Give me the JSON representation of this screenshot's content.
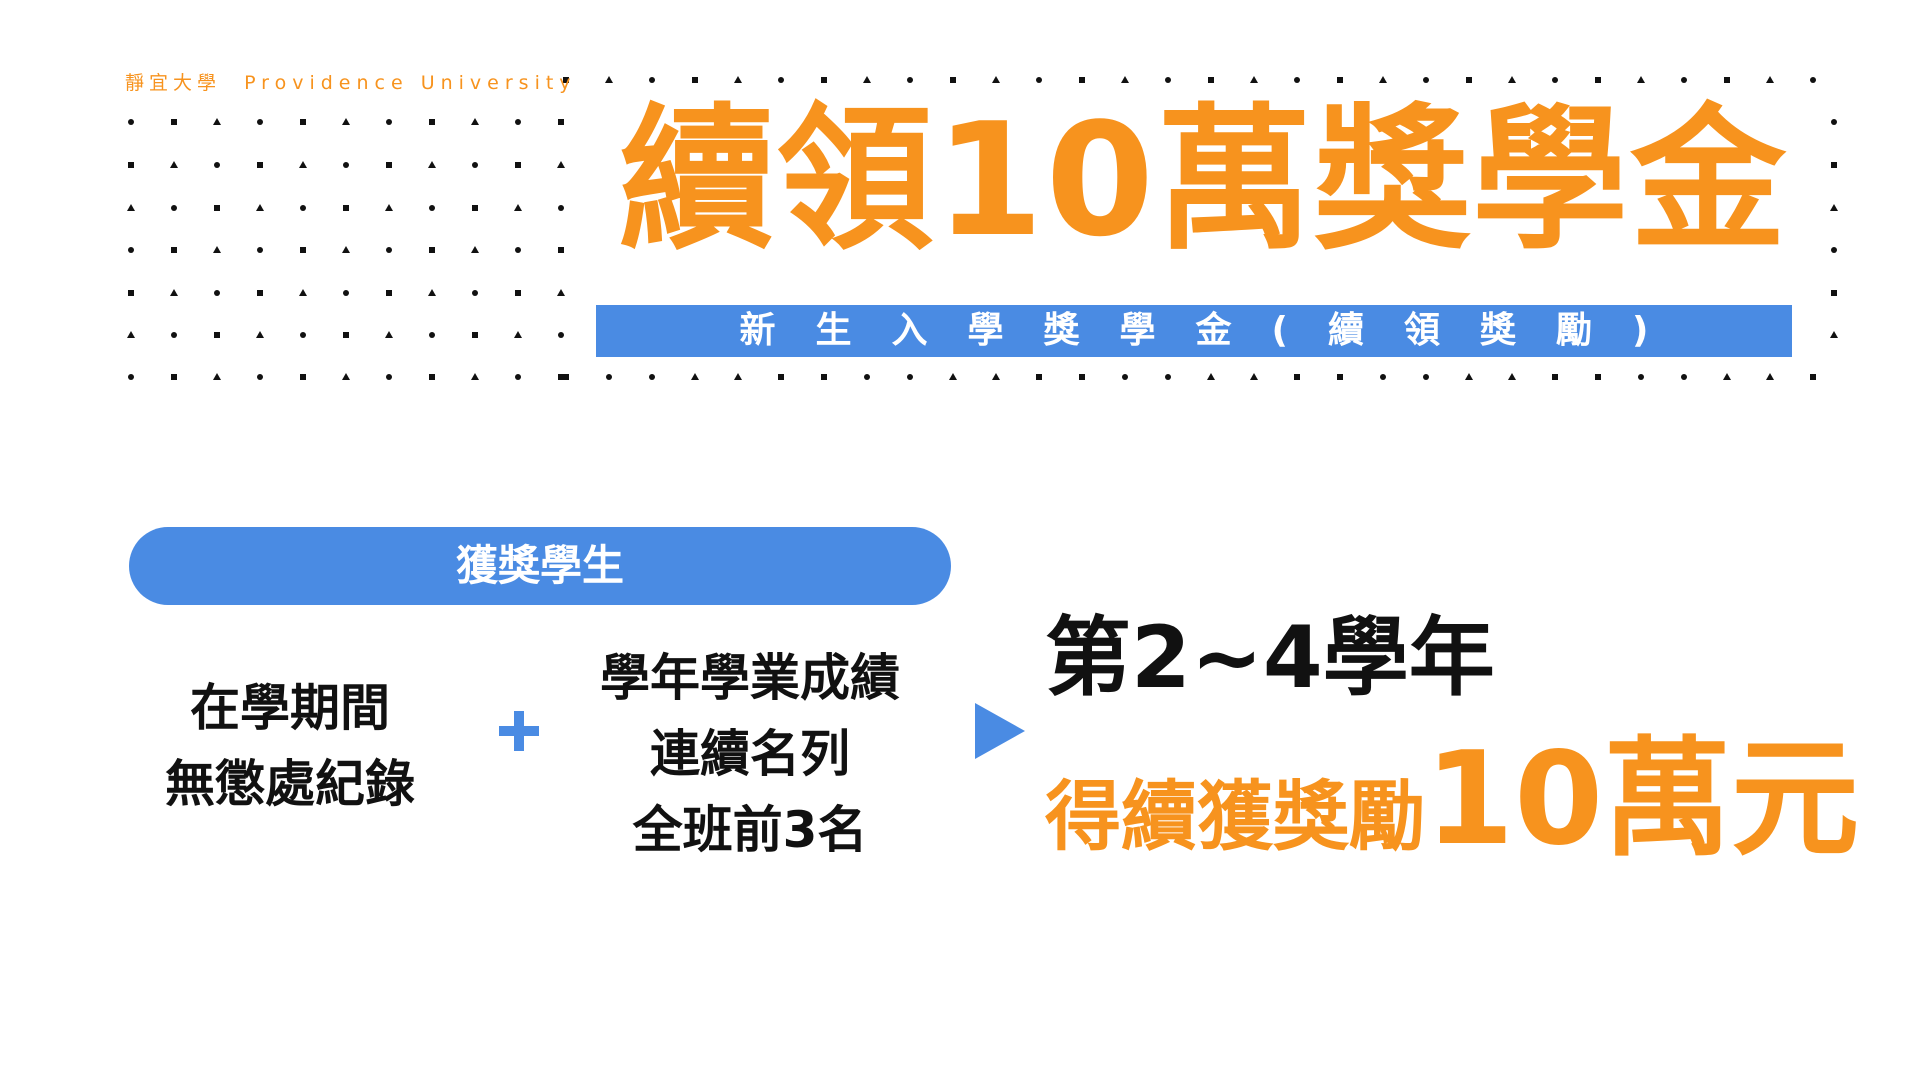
{
  "brand": {
    "chinese": "靜宜大學",
    "english": "Providence University"
  },
  "title": "續領10萬獎學金",
  "subtitle": "新生入學獎學金(續領獎勵)",
  "section_label": "獲獎學生",
  "condition_1": {
    "line1": "在學期間",
    "line2": "無懲處紀錄"
  },
  "condition_2": {
    "line1": "學年學業成績",
    "line2": "連續名列",
    "line3": "全班前3名"
  },
  "result": {
    "years": "第2~4學年",
    "reward_prefix": "得續獲獎勵",
    "reward_amount": "10萬元"
  },
  "colors": {
    "orange": "#f7931e",
    "blue": "#4a8be3",
    "text": "#111111"
  },
  "icons": [
    "plus-icon",
    "arrow-right-icon"
  ]
}
